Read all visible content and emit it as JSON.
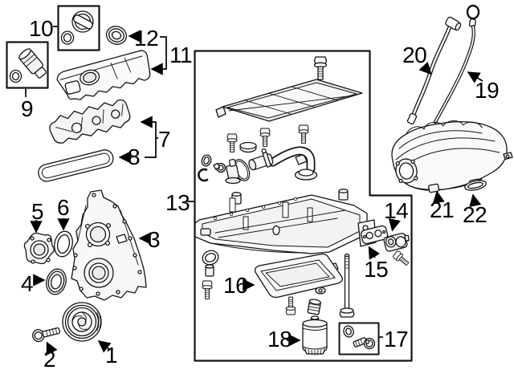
{
  "diagram": {
    "kind": "engine-parts-exploded-diagram",
    "background": "#ffffff",
    "line_color": "#141414",
    "label_color": "#000000",
    "callouts": [
      "1",
      "2",
      "3",
      "4",
      "5",
      "6",
      "7",
      "8",
      "9",
      "10",
      "11",
      "12",
      "13",
      "14",
      "15",
      "16",
      "17",
      "18",
      "19",
      "20",
      "21",
      "22"
    ]
  }
}
